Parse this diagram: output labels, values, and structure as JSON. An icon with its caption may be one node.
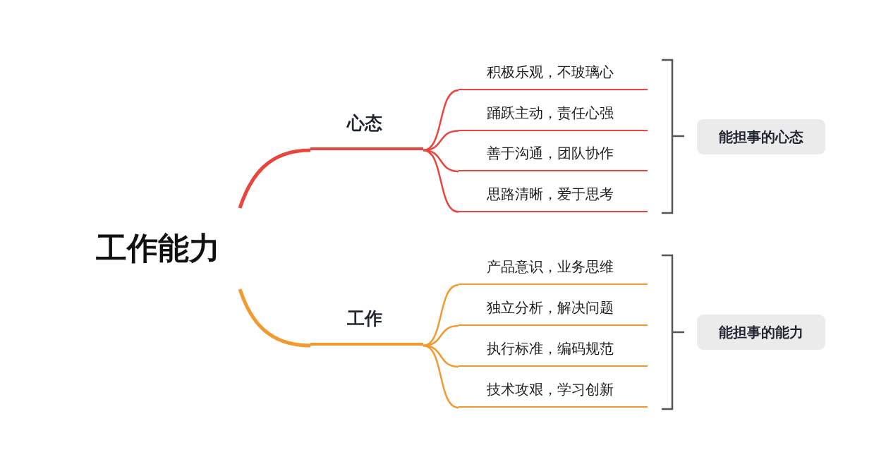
{
  "diagram": {
    "nodes": [
      {
        "text": [
          "工作能力"
        ]
      },
      {
        "text": [
          "心态"
        ]
      },
      {
        "text": [
          "积极乐观，不玻璃心"
        ]
      },
      {
        "text": [
          "踊跃主动，责任心强"
        ]
      },
      {
        "text": [
          "善于沟通，团队协作"
        ]
      },
      {
        "text": [
          "思路清晰，爱于思考"
        ]
      },
      {
        "text": [
          "工作"
        ]
      },
      {
        "text": [
          "产品意识，业务思维"
        ]
      },
      {
        "text": [
          "独立分析，解决问题"
        ]
      },
      {
        "text": [
          "执行标准，编码规范"
        ]
      },
      {
        "text": [
          "技术攻艰，学习创新"
        ]
      },
      {
        "text": [
          "能担事的心态"
        ]
      },
      {
        "text": [
          "能担事的能力"
        ]
      }
    ],
    "edges": [
      {
        "from": 0,
        "to": 1,
        "arrow": "none",
        "style": "thick",
        "color": "#e8453c"
      },
      {
        "from": 1,
        "to": 2,
        "arrow": "none",
        "color": "#e8453c"
      },
      {
        "from": 1,
        "to": 3,
        "arrow": "none",
        "color": "#e8453c"
      },
      {
        "from": 1,
        "to": 4,
        "arrow": "none",
        "color": "#e8453c"
      },
      {
        "from": 1,
        "to": 5,
        "arrow": "none",
        "color": "#e8453c"
      },
      {
        "from": 0,
        "to": 6,
        "arrow": "none",
        "style": "thick",
        "color": "#f29a2e"
      },
      {
        "from": 6,
        "to": 7,
        "arrow": "none",
        "color": "#f29a2e"
      },
      {
        "from": 6,
        "to": 8,
        "arrow": "none",
        "color": "#f29a2e"
      },
      {
        "from": 6,
        "to": 9,
        "arrow": "none",
        "color": "#f29a2e"
      },
      {
        "from": 6,
        "to": 10,
        "arrow": "none",
        "color": "#f29a2e"
      }
    ]
  }
}
